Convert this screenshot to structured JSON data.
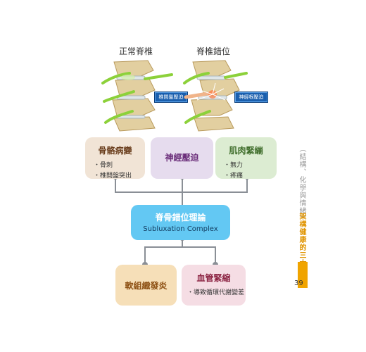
{
  "illustration": {
    "normal_spine_title": "正常脊椎",
    "misaligned_spine_title": "脊椎錯位",
    "normal_tag": "椎間盤壓迫",
    "misaligned_tag": "神經根壓迫"
  },
  "top_boxes": [
    {
      "title": "骨骼病變",
      "bullets": [
        "骨刺",
        "椎間盤突出"
      ],
      "color": "#f1e4d6",
      "title_color": "#6b3f1e"
    },
    {
      "title": "神經壓迫",
      "bullets": [],
      "color": "#e6dcee",
      "title_color": "#6a2d79"
    },
    {
      "title": "肌肉緊繃",
      "bullets": [
        "無力",
        "疼痛"
      ],
      "color": "#dcecd2",
      "title_color": "#3f6d2b"
    }
  ],
  "center_box": {
    "title": "脊骨錯位理論",
    "subtitle": "Subluxation Complex",
    "color": "#63c8f3"
  },
  "bottom_boxes": [
    {
      "title": "軟組織發炎",
      "bullets": [],
      "color": "#f6dfb8",
      "title_color": "#8c4f12"
    },
    {
      "title": "血管緊縮",
      "bullets": [
        "導致循環代謝變差"
      ],
      "color": "#f5dde4",
      "title_color": "#8c2443"
    }
  ],
  "side": {
    "gray_text": "︵結構、化學與情緒︶",
    "orange_text": "架構健康的三大途徑",
    "page_number": "39",
    "accent_color": "#f0a400"
  }
}
